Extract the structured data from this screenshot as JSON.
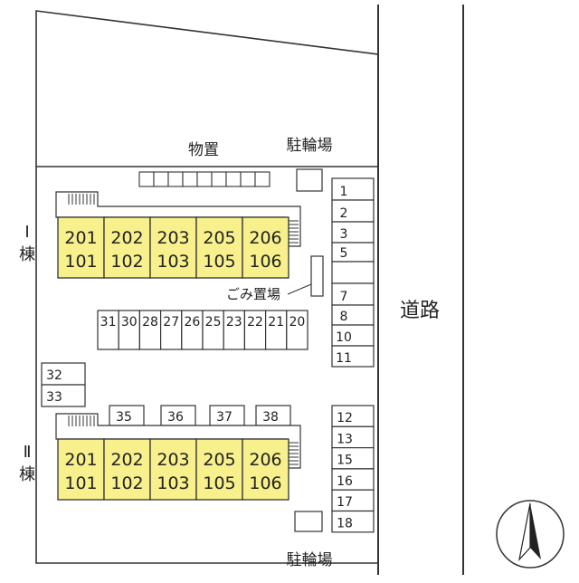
{
  "labels": {
    "storage": "物置",
    "bike_parking_top": "駐輪場",
    "bike_parking_bottom": "駐輪場",
    "garbage": "ごみ置場",
    "road": "道路",
    "building1_roman": "Ⅰ",
    "building1_suffix": "棟",
    "building2_roman": "Ⅱ",
    "building2_suffix": "棟"
  },
  "building1_units": [
    {
      "upper": "201",
      "lower": "101"
    },
    {
      "upper": "202",
      "lower": "102"
    },
    {
      "upper": "203",
      "lower": "103"
    },
    {
      "upper": "205",
      "lower": "105"
    },
    {
      "upper": "206",
      "lower": "106"
    }
  ],
  "building2_units": [
    {
      "upper": "201",
      "lower": "101"
    },
    {
      "upper": "202",
      "lower": "102"
    },
    {
      "upper": "203",
      "lower": "103"
    },
    {
      "upper": "205",
      "lower": "105"
    },
    {
      "upper": "206",
      "lower": "106"
    }
  ],
  "parking": {
    "right_column_top": [
      "1",
      "2",
      "3",
      "",
      "5",
      "",
      "7",
      "8",
      "10",
      "11"
    ],
    "middle_row": [
      "31",
      "30",
      "28",
      "27",
      "26",
      "25",
      "23",
      "22",
      "21",
      "20"
    ],
    "left_column": [
      "32",
      "33"
    ],
    "above_building2": [
      "35",
      "36",
      "37",
      "38"
    ],
    "right_column_bottom": [
      "12",
      "13",
      "15",
      "16",
      "17",
      "18"
    ]
  },
  "colors": {
    "unit_fill": "#f7f08c",
    "line": "#333333",
    "background": "#ffffff"
  },
  "icons": {
    "north": "north-arrow-icon"
  }
}
